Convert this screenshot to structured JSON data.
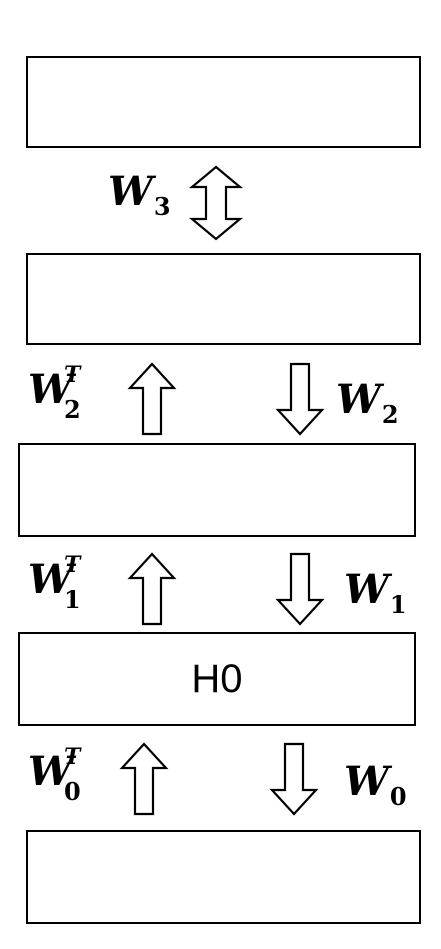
{
  "layers": [
    {
      "id": "top",
      "label": ""
    },
    {
      "id": "hidden3",
      "label": ""
    },
    {
      "id": "hidden2",
      "label": ""
    },
    {
      "id": "h0",
      "label": "H0"
    },
    {
      "id": "bottom",
      "label": ""
    }
  ],
  "weights": {
    "w3": {
      "main": "W",
      "sub": "3"
    },
    "w2t": {
      "main": "W",
      "sub": "2",
      "sup": "T"
    },
    "w2": {
      "main": "W",
      "sub": "2"
    },
    "w1t": {
      "main": "W",
      "sub": "1",
      "sup": "T"
    },
    "w1": {
      "main": "W",
      "sub": "1"
    },
    "w0t": {
      "main": "W",
      "sub": "0",
      "sup": "T"
    },
    "w0": {
      "main": "W",
      "sub": "0"
    }
  },
  "arrows": {
    "w3": "bidirectional-arrow-icon",
    "up": "up-arrow-icon",
    "down": "down-arrow-icon"
  },
  "colors": {
    "stroke": "#000000",
    "background": "#ffffff"
  }
}
